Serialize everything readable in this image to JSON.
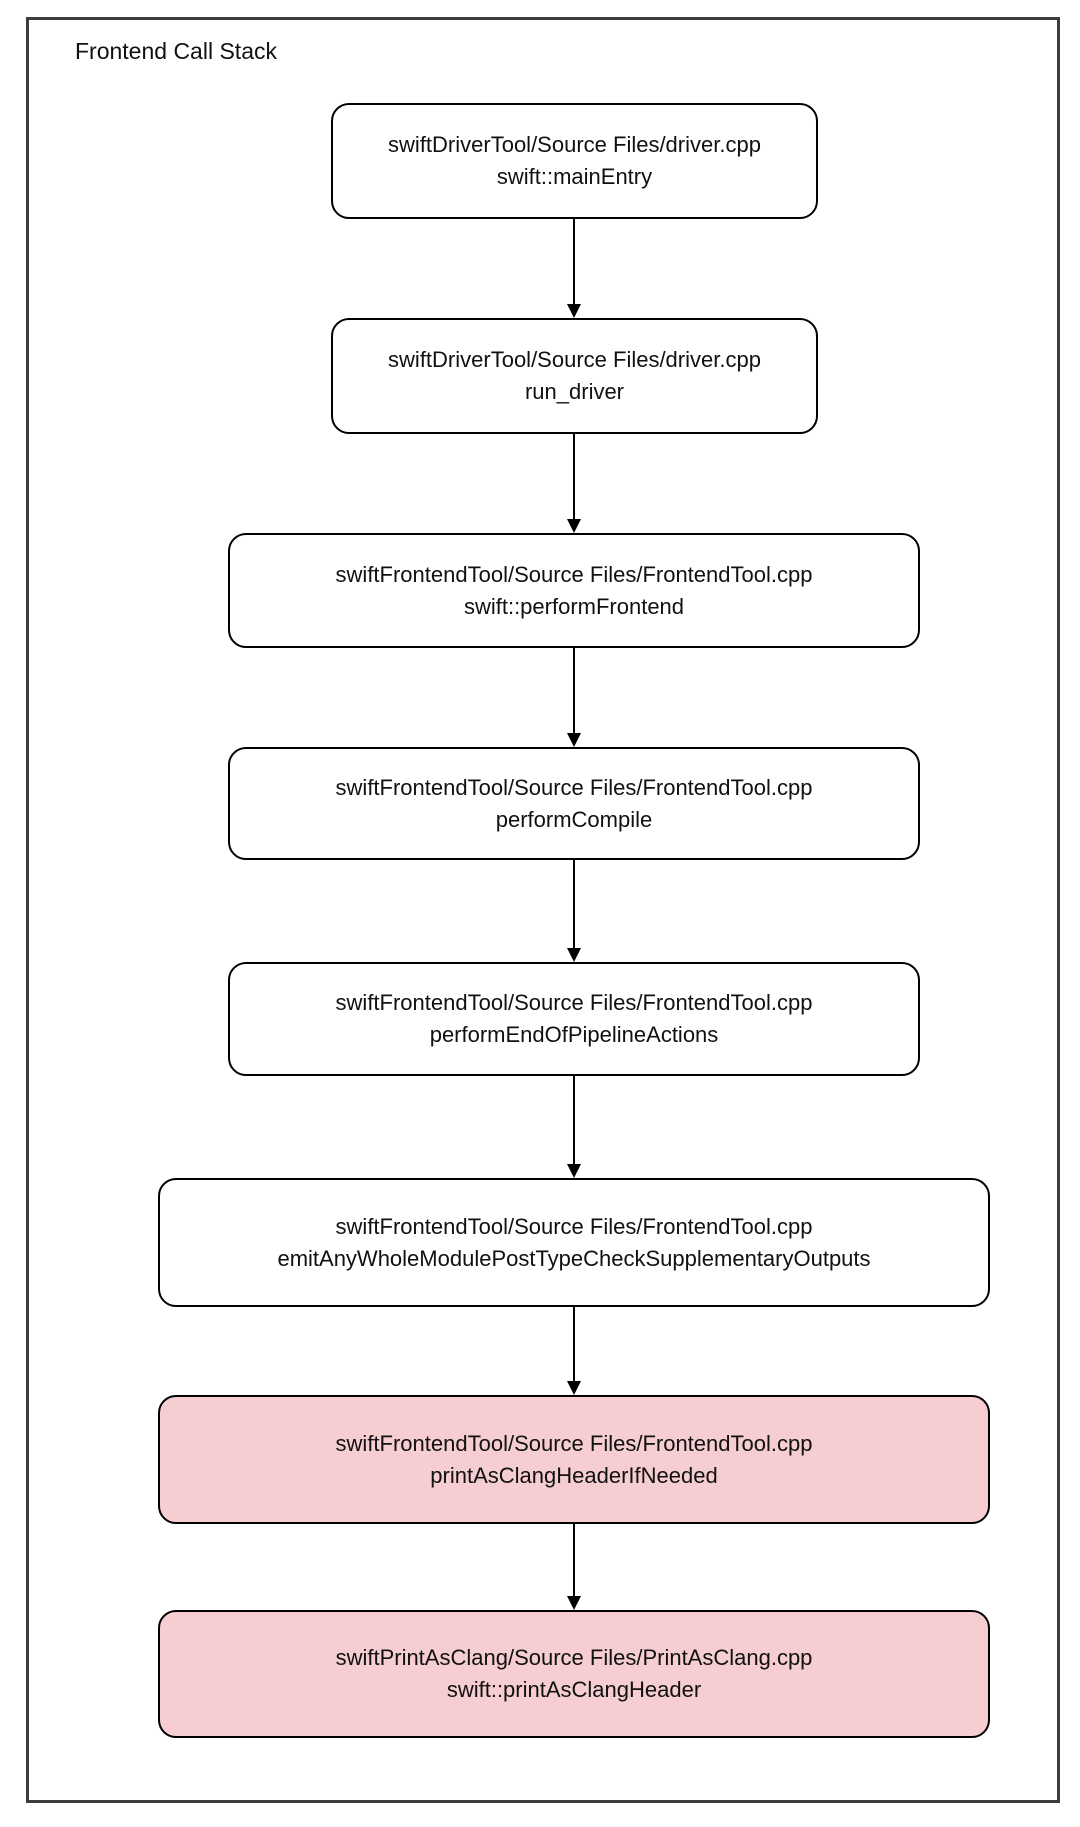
{
  "frame": {
    "title": "Frontend Call Stack"
  },
  "colors": {
    "node_fill": "#ffffff",
    "node_border": "#000000",
    "highlight_fill": "#f6cdd0",
    "frame_border": "#3d3d3d",
    "arrow": "#000000",
    "text": "#111111"
  },
  "nodes": [
    {
      "id": "main-entry",
      "file": "swiftDriverTool/Source Files/driver.cpp",
      "function": "swift::mainEntry",
      "highlighted": false
    },
    {
      "id": "run-driver",
      "file": "swiftDriverTool/Source Files/driver.cpp",
      "function": "run_driver",
      "highlighted": false
    },
    {
      "id": "perform-frontend",
      "file": "swiftFrontendTool/Source Files/FrontendTool.cpp",
      "function": "swift::performFrontend",
      "highlighted": false
    },
    {
      "id": "perform-compile",
      "file": "swiftFrontendTool/Source Files/FrontendTool.cpp",
      "function": "performCompile",
      "highlighted": false
    },
    {
      "id": "perform-end-of-pipeline-actions",
      "file": "swiftFrontendTool/Source Files/FrontendTool.cpp",
      "function": "performEndOfPipelineActions",
      "highlighted": false
    },
    {
      "id": "emit-supplementary-outputs",
      "file": "swiftFrontendTool/Source Files/FrontendTool.cpp",
      "function": "emitAnyWholeModulePostTypeCheckSupplementaryOutputs",
      "highlighted": false
    },
    {
      "id": "print-as-clang-header-if-needed",
      "file": "swiftFrontendTool/Source Files/FrontendTool.cpp",
      "function": "printAsClangHeaderIfNeeded",
      "highlighted": true
    },
    {
      "id": "print-as-clang-header",
      "file": "swiftPrintAsClang/Source Files/PrintAsClang.cpp",
      "function": "swift::printAsClangHeader",
      "highlighted": true
    }
  ],
  "edges": [
    {
      "from": "main-entry",
      "to": "run-driver"
    },
    {
      "from": "run-driver",
      "to": "perform-frontend"
    },
    {
      "from": "perform-frontend",
      "to": "perform-compile"
    },
    {
      "from": "perform-compile",
      "to": "perform-end-of-pipeline-actions"
    },
    {
      "from": "perform-end-of-pipeline-actions",
      "to": "emit-supplementary-outputs"
    },
    {
      "from": "emit-supplementary-outputs",
      "to": "print-as-clang-header-if-needed"
    },
    {
      "from": "print-as-clang-header-if-needed",
      "to": "print-as-clang-header"
    }
  ]
}
